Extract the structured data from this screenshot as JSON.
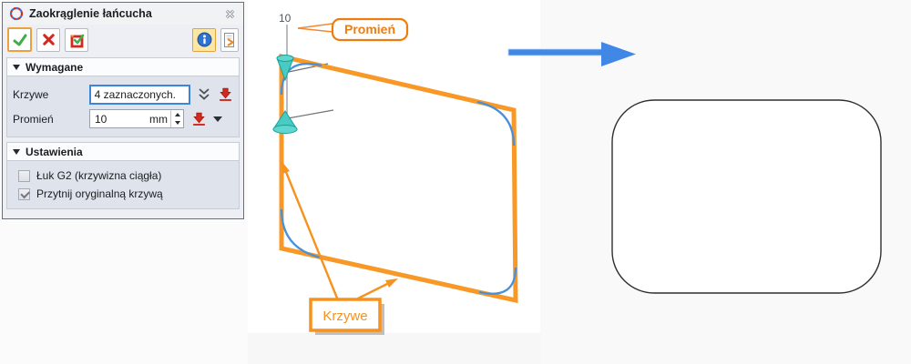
{
  "dialog": {
    "title": "Zaokrąglenie łańcucha",
    "sections": {
      "required": {
        "label": "Wymagane"
      },
      "settings": {
        "label": "Ustawienia"
      }
    },
    "fields": {
      "curves": {
        "label": "Krzywe",
        "value": "4 zaznaczonych."
      },
      "radius": {
        "label": "Promień",
        "value": "10",
        "unit": "mm"
      }
    },
    "checkboxes": [
      {
        "label": "Łuk G2 (krzywizna ciągła)",
        "checked": false
      },
      {
        "label": "Przytnij oryginalną krzywą",
        "checked": true
      }
    ]
  },
  "canvas": {
    "dimension_value": "10",
    "radius_callout": "Promień",
    "curves_callout": "Krzywe"
  },
  "colors": {
    "sketch_orange": "#F79827",
    "callout_orange": "#EE7D11",
    "fillet_blue": "#4A90D9",
    "handle_teal": "#49CBC4",
    "arrow_blue": "#4187E6",
    "result_outline": "#2F2F2F",
    "selection_border_blue": "#3C85DC"
  }
}
